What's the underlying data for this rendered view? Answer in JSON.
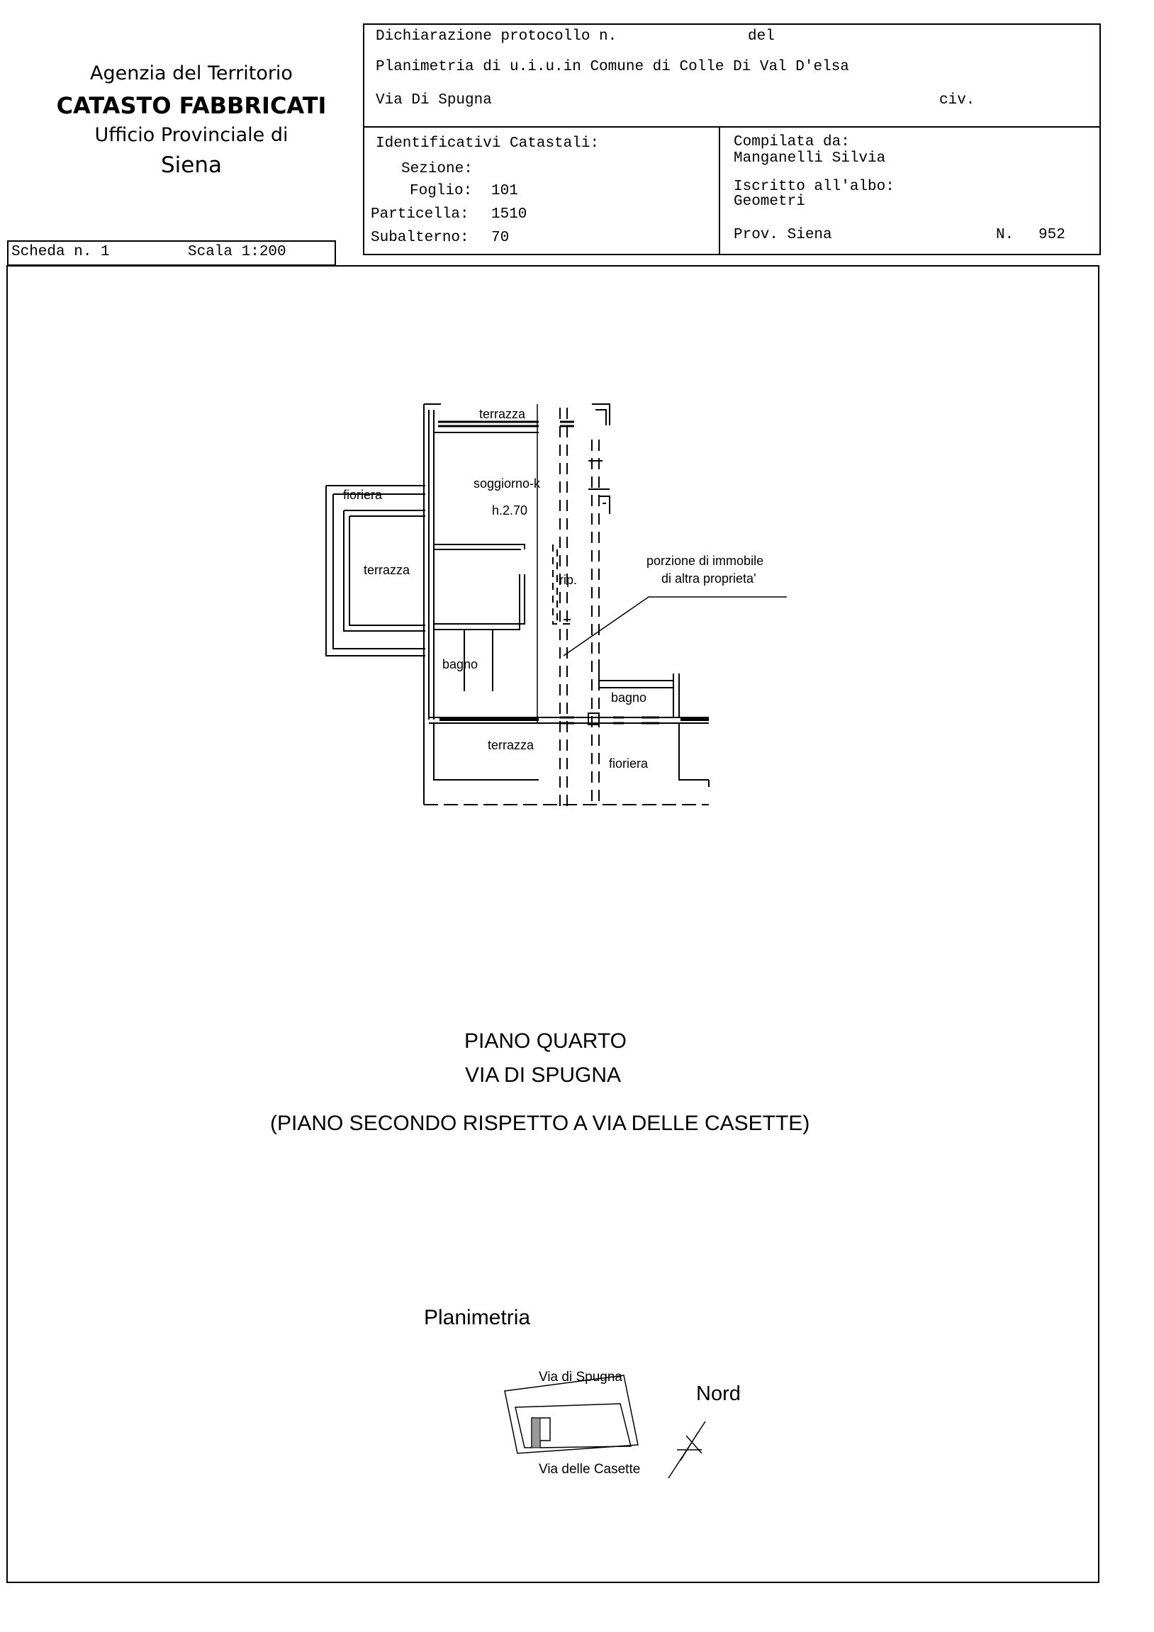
{
  "agency": {
    "line1": "Agenzia del Territorio",
    "line2": "CATASTO FABBRICATI",
    "line3": "Ufficio Provinciale di",
    "line4": "Siena"
  },
  "header": {
    "dichiarazione": "Dichiarazione protocollo n.",
    "del": "del",
    "planimetria": "Planimetria di u.i.u.in Comune di Colle Di Val D'elsa",
    "via": "Via Di Spugna",
    "civ": "civ."
  },
  "ident": {
    "title": "Identificativi Catastali:",
    "sezione_label": "Sezione:",
    "sezione_value": "",
    "foglio_label": "Foglio:",
    "foglio_value": "101",
    "particella_label": "Particella:",
    "particella_value": "1510",
    "subalterno_label": "Subalterno:",
    "subalterno_value": "70"
  },
  "compiler": {
    "label": "Compilata da:",
    "name": "Manganelli Silvia",
    "albo_label": "Iscritto all'albo:",
    "albo_value": "Geometri",
    "prov": "Prov. Siena",
    "n_label": "N.",
    "n_value": "952"
  },
  "scheda": {
    "label": "Scheda n. 1",
    "scala": "Scala 1:200"
  },
  "plan": {
    "rooms": {
      "terrazza_top": "terrazza",
      "fioriera_left": "fioriera",
      "soggiorno": "soggiorno-k",
      "height": "h.2.70",
      "terrazza_left": "terrazza",
      "rip": "rip.",
      "porzione1": "porzione di immobile",
      "porzione2": "di altra proprieta'",
      "bagno_left": "bagno",
      "bagno_right": "bagno",
      "terrazza_bottom": "terrazza",
      "fioriera_bottom": "fioriera"
    }
  },
  "floor": {
    "line1": "PIANO QUARTO",
    "line2": "VIA DI SPUGNA",
    "line3": "(PIANO SECONDO RISPETTO A VIA DELLE CASETTE)"
  },
  "site": {
    "title": "Planimetria",
    "street_top": "Via di Spugna",
    "street_bottom": "Via delle Casette",
    "north": "Nord"
  }
}
